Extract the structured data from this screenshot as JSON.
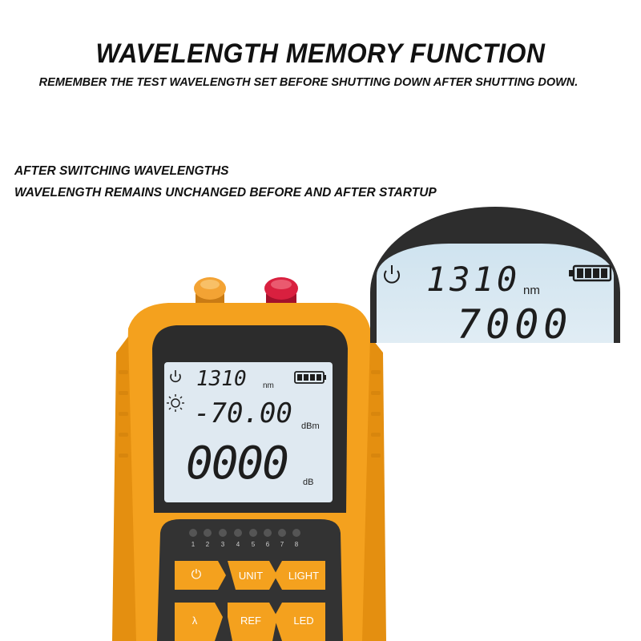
{
  "header": {
    "title": "WAVELENGTH MEMORY FUNCTION",
    "subtitle": "REMEMBER THE TEST WAVELENGTH SET BEFORE SHUTTING DOWN AFTER SHUTTING DOWN."
  },
  "notes": {
    "line1": "AFTER SWITCHING WAVELENGTHS",
    "line2": "WAVELENGTH REMAINS UNCHANGED BEFORE AND AFTER STARTUP"
  },
  "display": {
    "wavelength": "1310",
    "wavelength_unit": "nm",
    "power": "-70.00",
    "power_unit": "dBm",
    "loss": "0000",
    "loss_unit": "dB",
    "battery_level": 1.0
  },
  "zoom": {
    "wavelength": "1310",
    "wavelength_unit": "nm",
    "partial_reading": "7000"
  },
  "leds": [
    "1",
    "2",
    "3",
    "4",
    "5",
    "6",
    "7",
    "8"
  ],
  "keys": {
    "power": "⏻",
    "unit": "UNIT",
    "light": "LIGHT",
    "lambda": "λ",
    "ref": "REF",
    "led": "LED"
  },
  "colors": {
    "body": "#f4a11e",
    "panel": "#2c2c2c",
    "lcd": "#dfe9f1",
    "port_orange": "#f3a334",
    "port_red": "#d9203f"
  }
}
